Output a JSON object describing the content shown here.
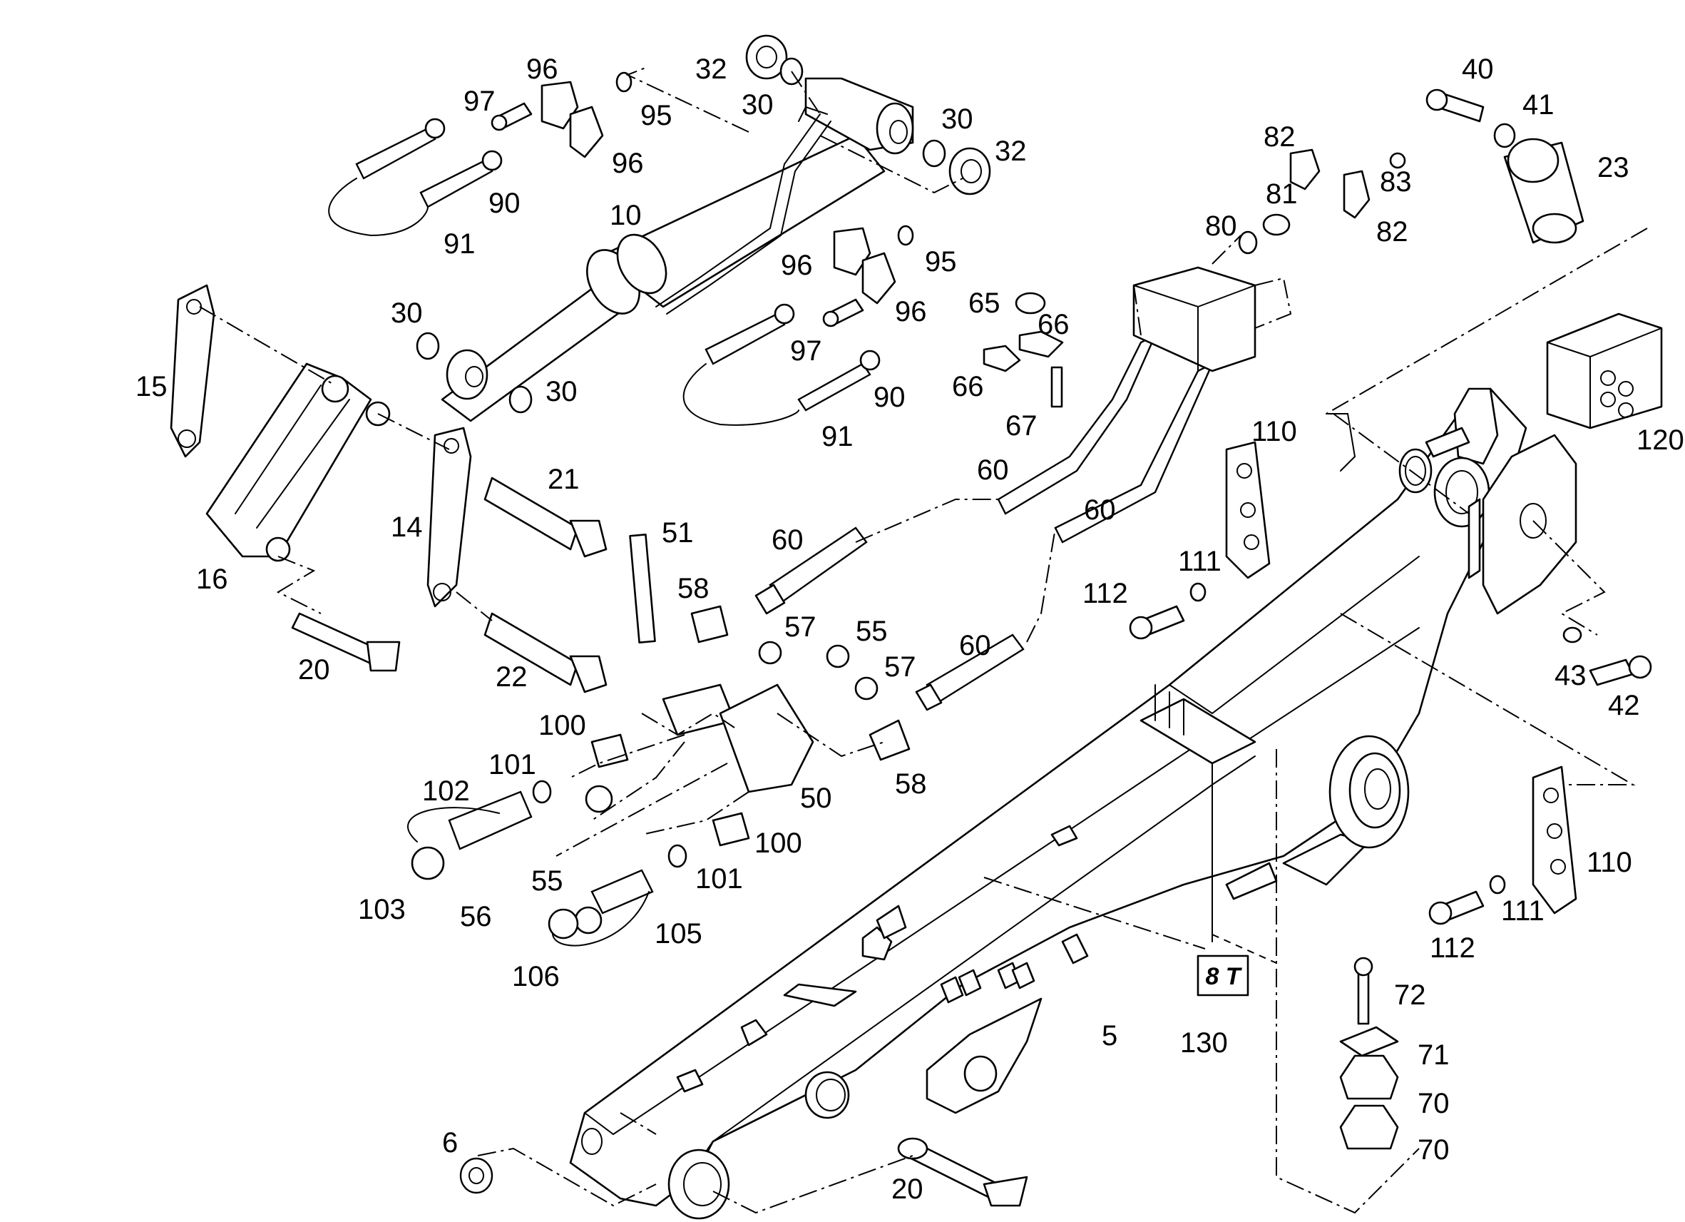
{
  "callouts": {
    "c96a": "96",
    "c97a": "97",
    "c32a": "32",
    "c30a": "30",
    "c95a": "95",
    "c96b": "96",
    "c90a": "90",
    "c91a": "91",
    "c10": "10",
    "c30b": "30",
    "c32b": "32",
    "c96c": "96",
    "c95b": "95",
    "c96d": "96",
    "c97b": "97",
    "c90b": "90",
    "c91b": "91",
    "c30c": "30",
    "c30d": "30",
    "c15": "15",
    "c21": "21",
    "c14": "14",
    "c16": "16",
    "c20a": "20",
    "c22": "22",
    "c51": "51",
    "c58a": "58",
    "c57a": "57",
    "c55a": "55",
    "c57b": "57",
    "c58b": "58",
    "c100a": "100",
    "c101a": "101",
    "c102": "102",
    "c50": "50",
    "c100b": "100",
    "c103": "103",
    "c56": "56",
    "c55b": "55",
    "c101b": "101",
    "c105": "105",
    "c106": "106",
    "c60a": "60",
    "c60b": "60",
    "c60c": "60",
    "c60d": "60",
    "c65": "65",
    "c66a": "66",
    "c66b": "66",
    "c67": "67",
    "c80": "80",
    "c81": "81",
    "c82a": "82",
    "c83": "83",
    "c82b": "82",
    "c40": "40",
    "c41": "41",
    "c23": "23",
    "c120": "120",
    "c110a": "110",
    "c111a": "111",
    "c112a": "112",
    "c43": "43",
    "c42": "42",
    "c110b": "110",
    "c111b": "111",
    "c112b": "112",
    "c72": "72",
    "c71": "71",
    "c70a": "70",
    "c70b": "70",
    "c5": "5",
    "c130": "130",
    "c6": "6",
    "c20b": "20"
  },
  "plate_label": "8 T"
}
